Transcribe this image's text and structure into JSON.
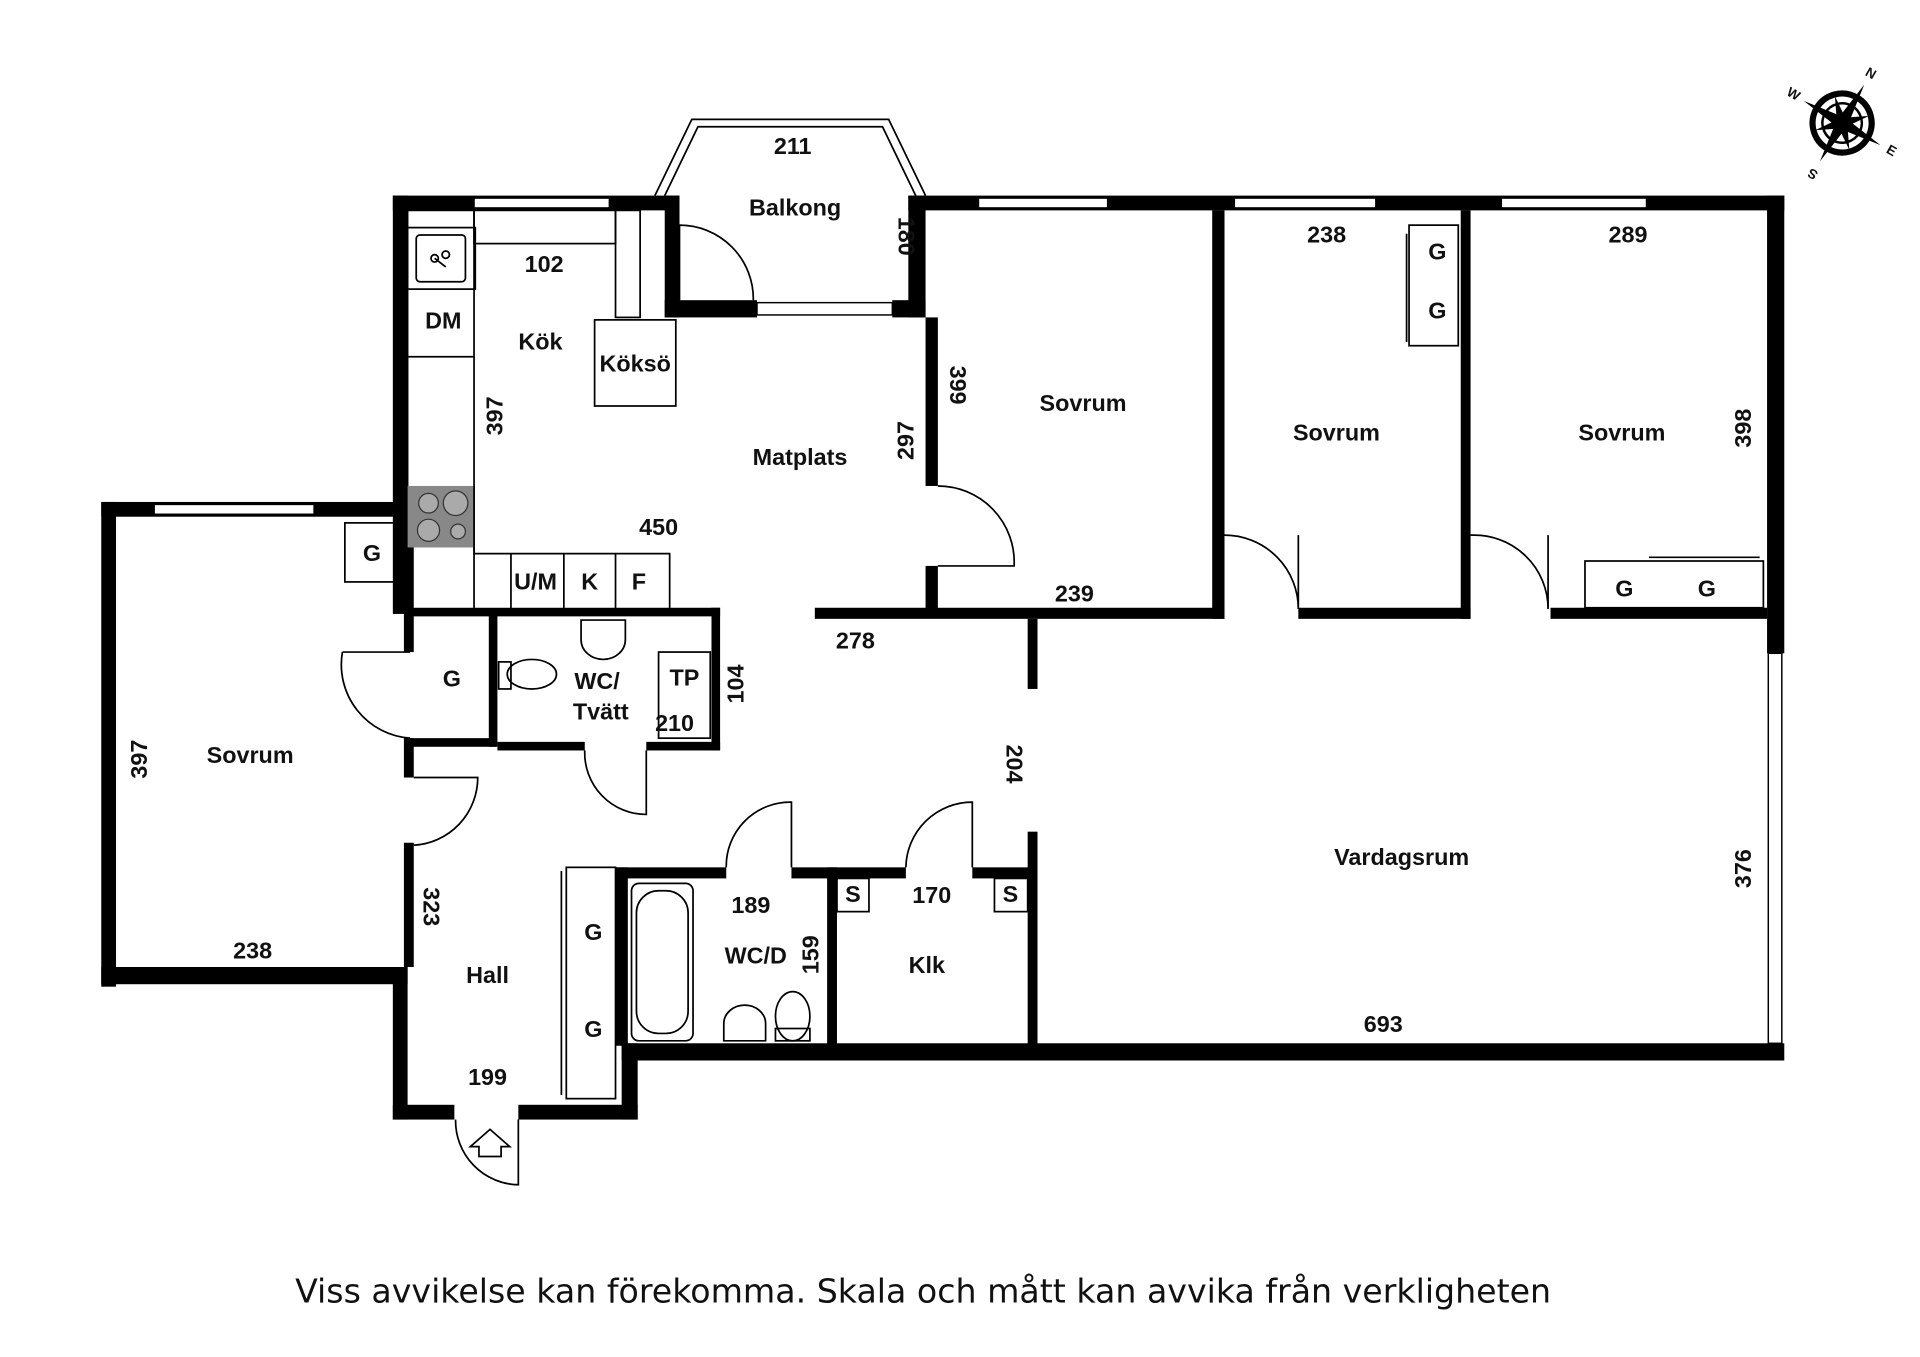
{
  "rooms": {
    "balkong": "Balkong",
    "kok": "Kök",
    "koksö": "Köksö",
    "matplats": "Matplats",
    "sovrum_1": "Sovrum",
    "sovrum_2": "Sovrum",
    "sovrum_3": "Sovrum",
    "sovrum_4": "Sovrum",
    "wc_tvatt_1": "WC/",
    "wc_tvatt_2": "Tvätt",
    "wc_d": "WC/D",
    "klk": "Klk",
    "hall": "Hall",
    "vardagsrum": "Vardagsrum"
  },
  "fixtures": {
    "dm": "DM",
    "um": "U/M",
    "k": "K",
    "f": "F",
    "tp": "TP",
    "g": "G",
    "s": "S"
  },
  "dimensions": {
    "balkong_w": "211",
    "balkong_h": "180",
    "kok_w": "102",
    "kok_h": "397",
    "kok_total": "450",
    "matplats_h": "297",
    "matplats_w": "278",
    "sovrum1_h": "399",
    "sovrum1_w": "239",
    "sovrum2_w": "238",
    "sovrum3_w": "289",
    "sovrum3_h": "398",
    "wc_tvatt_h": "104",
    "wc_tvatt_w": "210",
    "left_sovrum_h": "397",
    "left_sovrum_w": "238",
    "hall_h": "323",
    "hall_w": "199",
    "wcd_w": "189",
    "wcd_h": "159",
    "klk_w": "170",
    "corridor_h": "204",
    "vardagsrum_h": "376",
    "vardagsrum_w": "693"
  },
  "compass": {
    "n": "N",
    "e": "E",
    "s": "S",
    "w": "W"
  },
  "icons": [
    "compass-rose-icon",
    "kitchen-sink-icon",
    "stove-icon",
    "toilet-icon",
    "washbasin-icon",
    "bathtub-icon",
    "entrance-arrow-icon"
  ],
  "disclaimer": "Viss avvikelse kan förekomma. Skala och mått kan avvika från verkligheten"
}
